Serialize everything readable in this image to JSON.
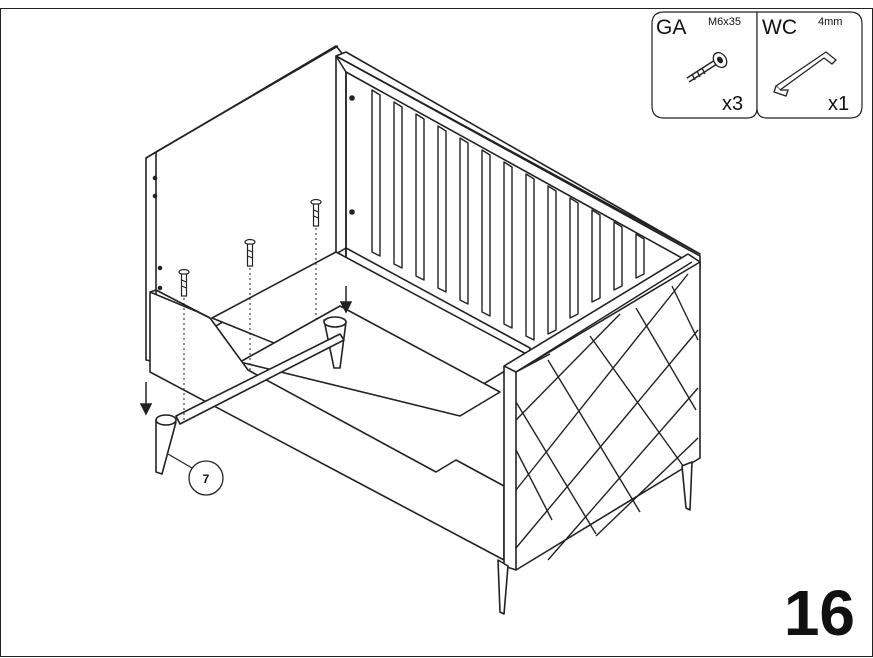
{
  "step": {
    "number": "16"
  },
  "parts": [
    {
      "code": "GA",
      "spec": "M6x35",
      "qty": "x3",
      "icon": "bolt-icon"
    },
    {
      "code": "WC",
      "spec": "4mm",
      "qty": "x1",
      "icon": "allen-key-icon"
    }
  ],
  "callout": {
    "label": "7"
  }
}
